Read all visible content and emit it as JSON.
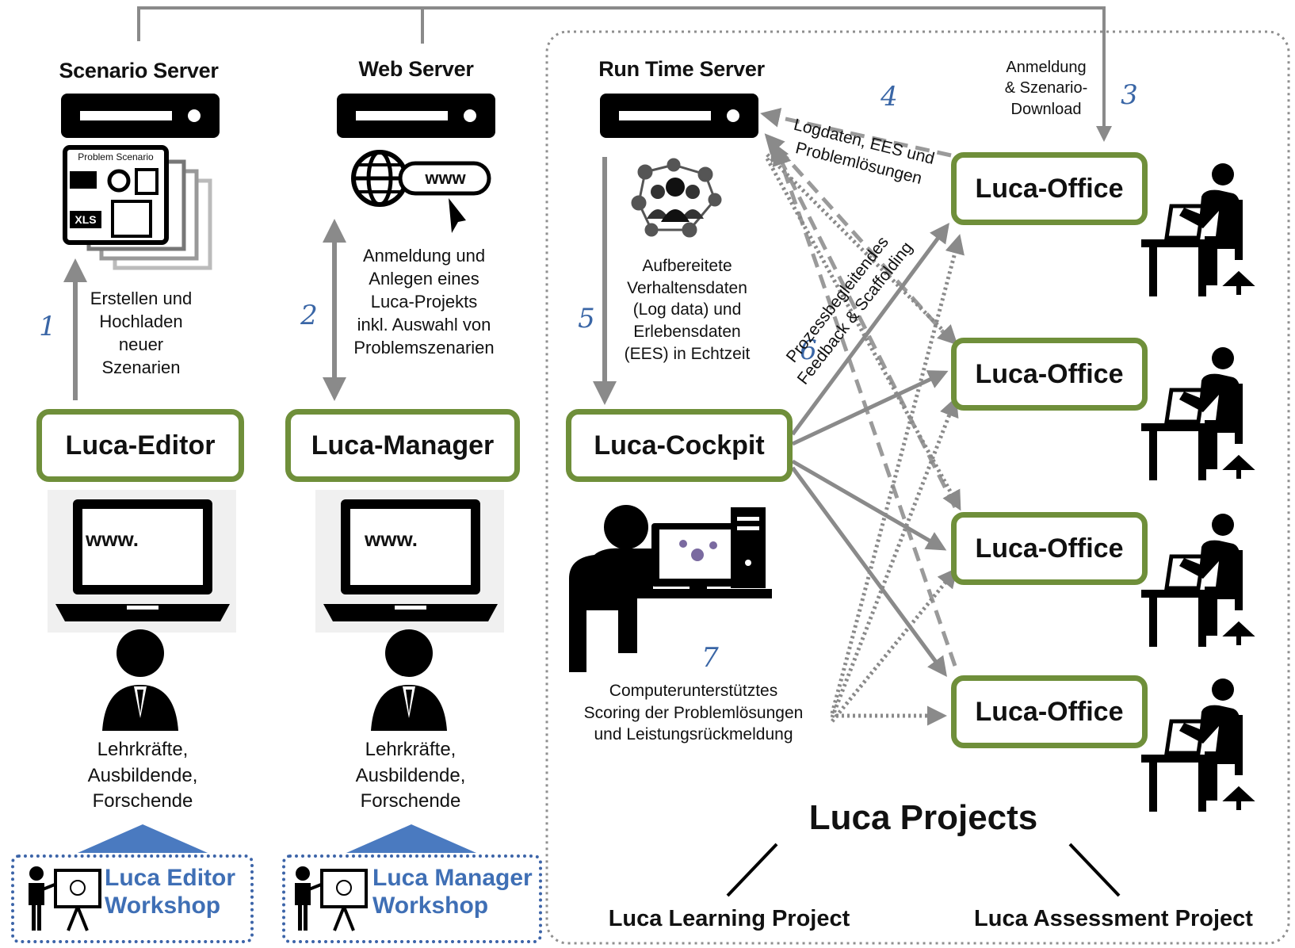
{
  "servers": {
    "scenario": "Scenario Server",
    "web": "Web Server",
    "runtime": "Run Time Server"
  },
  "apps": {
    "editor": "Luca-Editor",
    "manager": "Luca-Manager",
    "cockpit": "Luca-Cockpit",
    "office": [
      "Luca-Office",
      "Luca-Office",
      "Luca-Office",
      "Luca-Office"
    ]
  },
  "steps": {
    "s1": "1",
    "s2": "2",
    "s3": "3",
    "s4": "4",
    "s5": "5",
    "s6": "6",
    "s7": "7"
  },
  "labels": {
    "create_upload": [
      "Erstellen und",
      "Hochladen",
      "neuer",
      "Szenarien"
    ],
    "register_project": [
      "Anmeldung und",
      "Anlegen eines",
      "Luca-Projekts",
      "inkl. Auswahl von",
      "Problemszenarien"
    ],
    "register_download": [
      "Anmeldung",
      "& Szenario-",
      "Download"
    ],
    "logdata": [
      "Logdaten, EES und",
      "Problemlösungen"
    ],
    "processed_data": [
      "Aufbereitete",
      "Verhaltensdaten",
      "(Log data) und",
      "Erlebensdaten",
      "(EES) in Echtzeit"
    ],
    "feedback": [
      "Prozessbegleitendes",
      "Feedback & Scaffolding"
    ],
    "scoring": [
      "Computerunterstütztes",
      "Scoring der Problemlösungen",
      "und Leistungsrückmeldung"
    ],
    "users_left": [
      "Lehrkräfte,",
      "Ausbildende,",
      "Forschende"
    ],
    "users_mid": [
      "Lehrkräfte,",
      "Ausbildende,",
      "Forschende"
    ]
  },
  "icons": {
    "scenario_doc_title": "Problem Scenario",
    "xls": "XLS",
    "www_globe": "www",
    "www_screen": "www."
  },
  "workshops": {
    "editor": [
      "Luca Editor",
      "Workshop"
    ],
    "manager": [
      "Luca Manager",
      "Workshop"
    ]
  },
  "projects": {
    "title": "Luca Projects",
    "learning": "Luca Learning Project",
    "assessment": "Luca Assessment Project"
  }
}
